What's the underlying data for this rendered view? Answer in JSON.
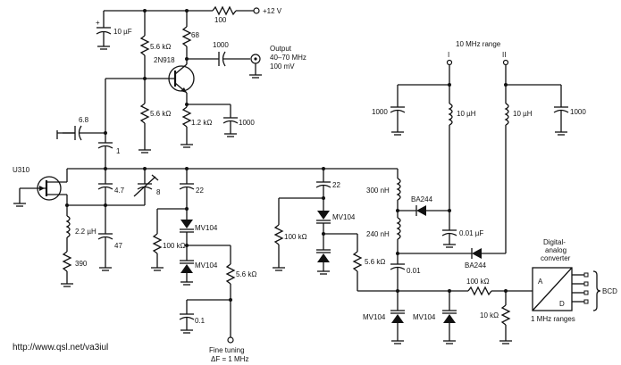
{
  "supply": {
    "label": "+12 V",
    "resistor": "100"
  },
  "oscillator": {
    "transistor": "2N918",
    "bypass_cap": "10 µF",
    "bypass_plus": "+",
    "r_bias_top": "5.6 kΩ",
    "r_bias_bottom": "5.6 kΩ",
    "r_collector": "68",
    "r_emitter": "1.2 kΩ",
    "c_emitter": "1000",
    "c_coupling": "1000",
    "c_input": "6.8",
    "c_feedback": "1"
  },
  "output": {
    "title": "Output",
    "range": "40–70 MHz",
    "level": "100 mV"
  },
  "fet_stage": {
    "fet": "U310",
    "c_4_7": "4.7",
    "c_trim": "8",
    "inductor": "2.2 µH",
    "r_390": "390",
    "c_47": "47",
    "c_22_left": "22"
  },
  "tuning": {
    "varactor_a": "MV104",
    "varactor_b": "MV104",
    "r_100k_left": "100 kΩ",
    "r_5_6k": "5.6 kΩ",
    "c_0_1": "0.1",
    "fine_tuning_line1": "Fine tuning",
    "fine_tuning_line2": "ΔF = 1 MHz"
  },
  "range_switch": {
    "title": "10 MHz range",
    "pos_1": "I",
    "pos_2": "II",
    "c_left": "1000",
    "l_left": "10 µH",
    "l_right": "10 µH",
    "c_right": "1000"
  },
  "middle": {
    "c_22": "22",
    "varactor": "MV104",
    "r_100k": "100 kΩ",
    "r_5_6k": "5.6 kΩ",
    "l_300": "300 nH",
    "l_240": "240 nH",
    "diode_1": "BA244",
    "diode_2": "BA244",
    "c_001uF": "0.01 µF",
    "c_0_01": "0.01",
    "varactor_bottom_1": "MV104",
    "varactor_bottom_2": "MV104",
    "r_100k_h": "100 kΩ",
    "r_10k": "10 kΩ"
  },
  "dac": {
    "title_1": "Digital-",
    "title_2": "analog",
    "title_3": "converter",
    "a": "A",
    "d": "D",
    "note": "1 MHz ranges",
    "bcd": "BCD"
  },
  "footer": {
    "credit": "http://www.qsl.net/va3iul"
  }
}
